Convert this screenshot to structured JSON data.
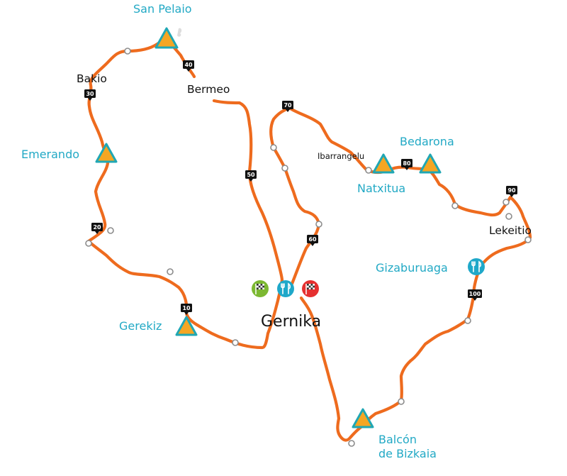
{
  "colors": {
    "route": "#ee6b1e",
    "peak_fill": "#f5a623",
    "peak_stroke": "#20a7b4",
    "teal_label": "#22a9c5",
    "dark_label": "#111111",
    "marker_black": "#111111",
    "waypoint_stroke": "#8c8c8c",
    "start_flag_bg": "#7cb832",
    "finish_flag_bg": "#e53030",
    "food_bg": "#1fa8c9"
  },
  "places": {
    "gernika": "Gernika",
    "bakio": "Bakio",
    "bermeo": "Bermeo",
    "lekeitio": "Lekeitio",
    "ibarrangelu": "Ibarrangelu"
  },
  "climbs": {
    "san_pelaio": "San Pelaio",
    "emerando": "Emerando",
    "gerekiz": "Gerekiz",
    "bedarona": "Bedarona",
    "natxitua": "Natxitua",
    "balcon_line1": "Balcón",
    "balcon_line2": "de Bizkaia"
  },
  "food_stops": {
    "gizaburuaga": "Gizaburuaga"
  },
  "km_markers": {
    "km10": "10",
    "km20": "20",
    "km30": "30",
    "km40": "40",
    "km50": "50",
    "km60": "60",
    "km70": "70",
    "km80": "80",
    "km90": "90",
    "km100": "100"
  },
  "icons": {
    "start": "checkered-flag-icon",
    "finish": "checkered-flag-icon",
    "food": "fork-knife-icon",
    "climb": "triangle-peak-icon",
    "waypoint": "circle-waypoint-icon"
  }
}
